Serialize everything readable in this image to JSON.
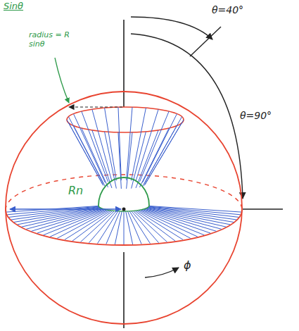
{
  "diagram": {
    "labels": [
      "Sinθ",
      "θ=40°",
      "radius = R sinθ",
      "θ=90°",
      "Rn",
      "ϕ"
    ]
  }
}
